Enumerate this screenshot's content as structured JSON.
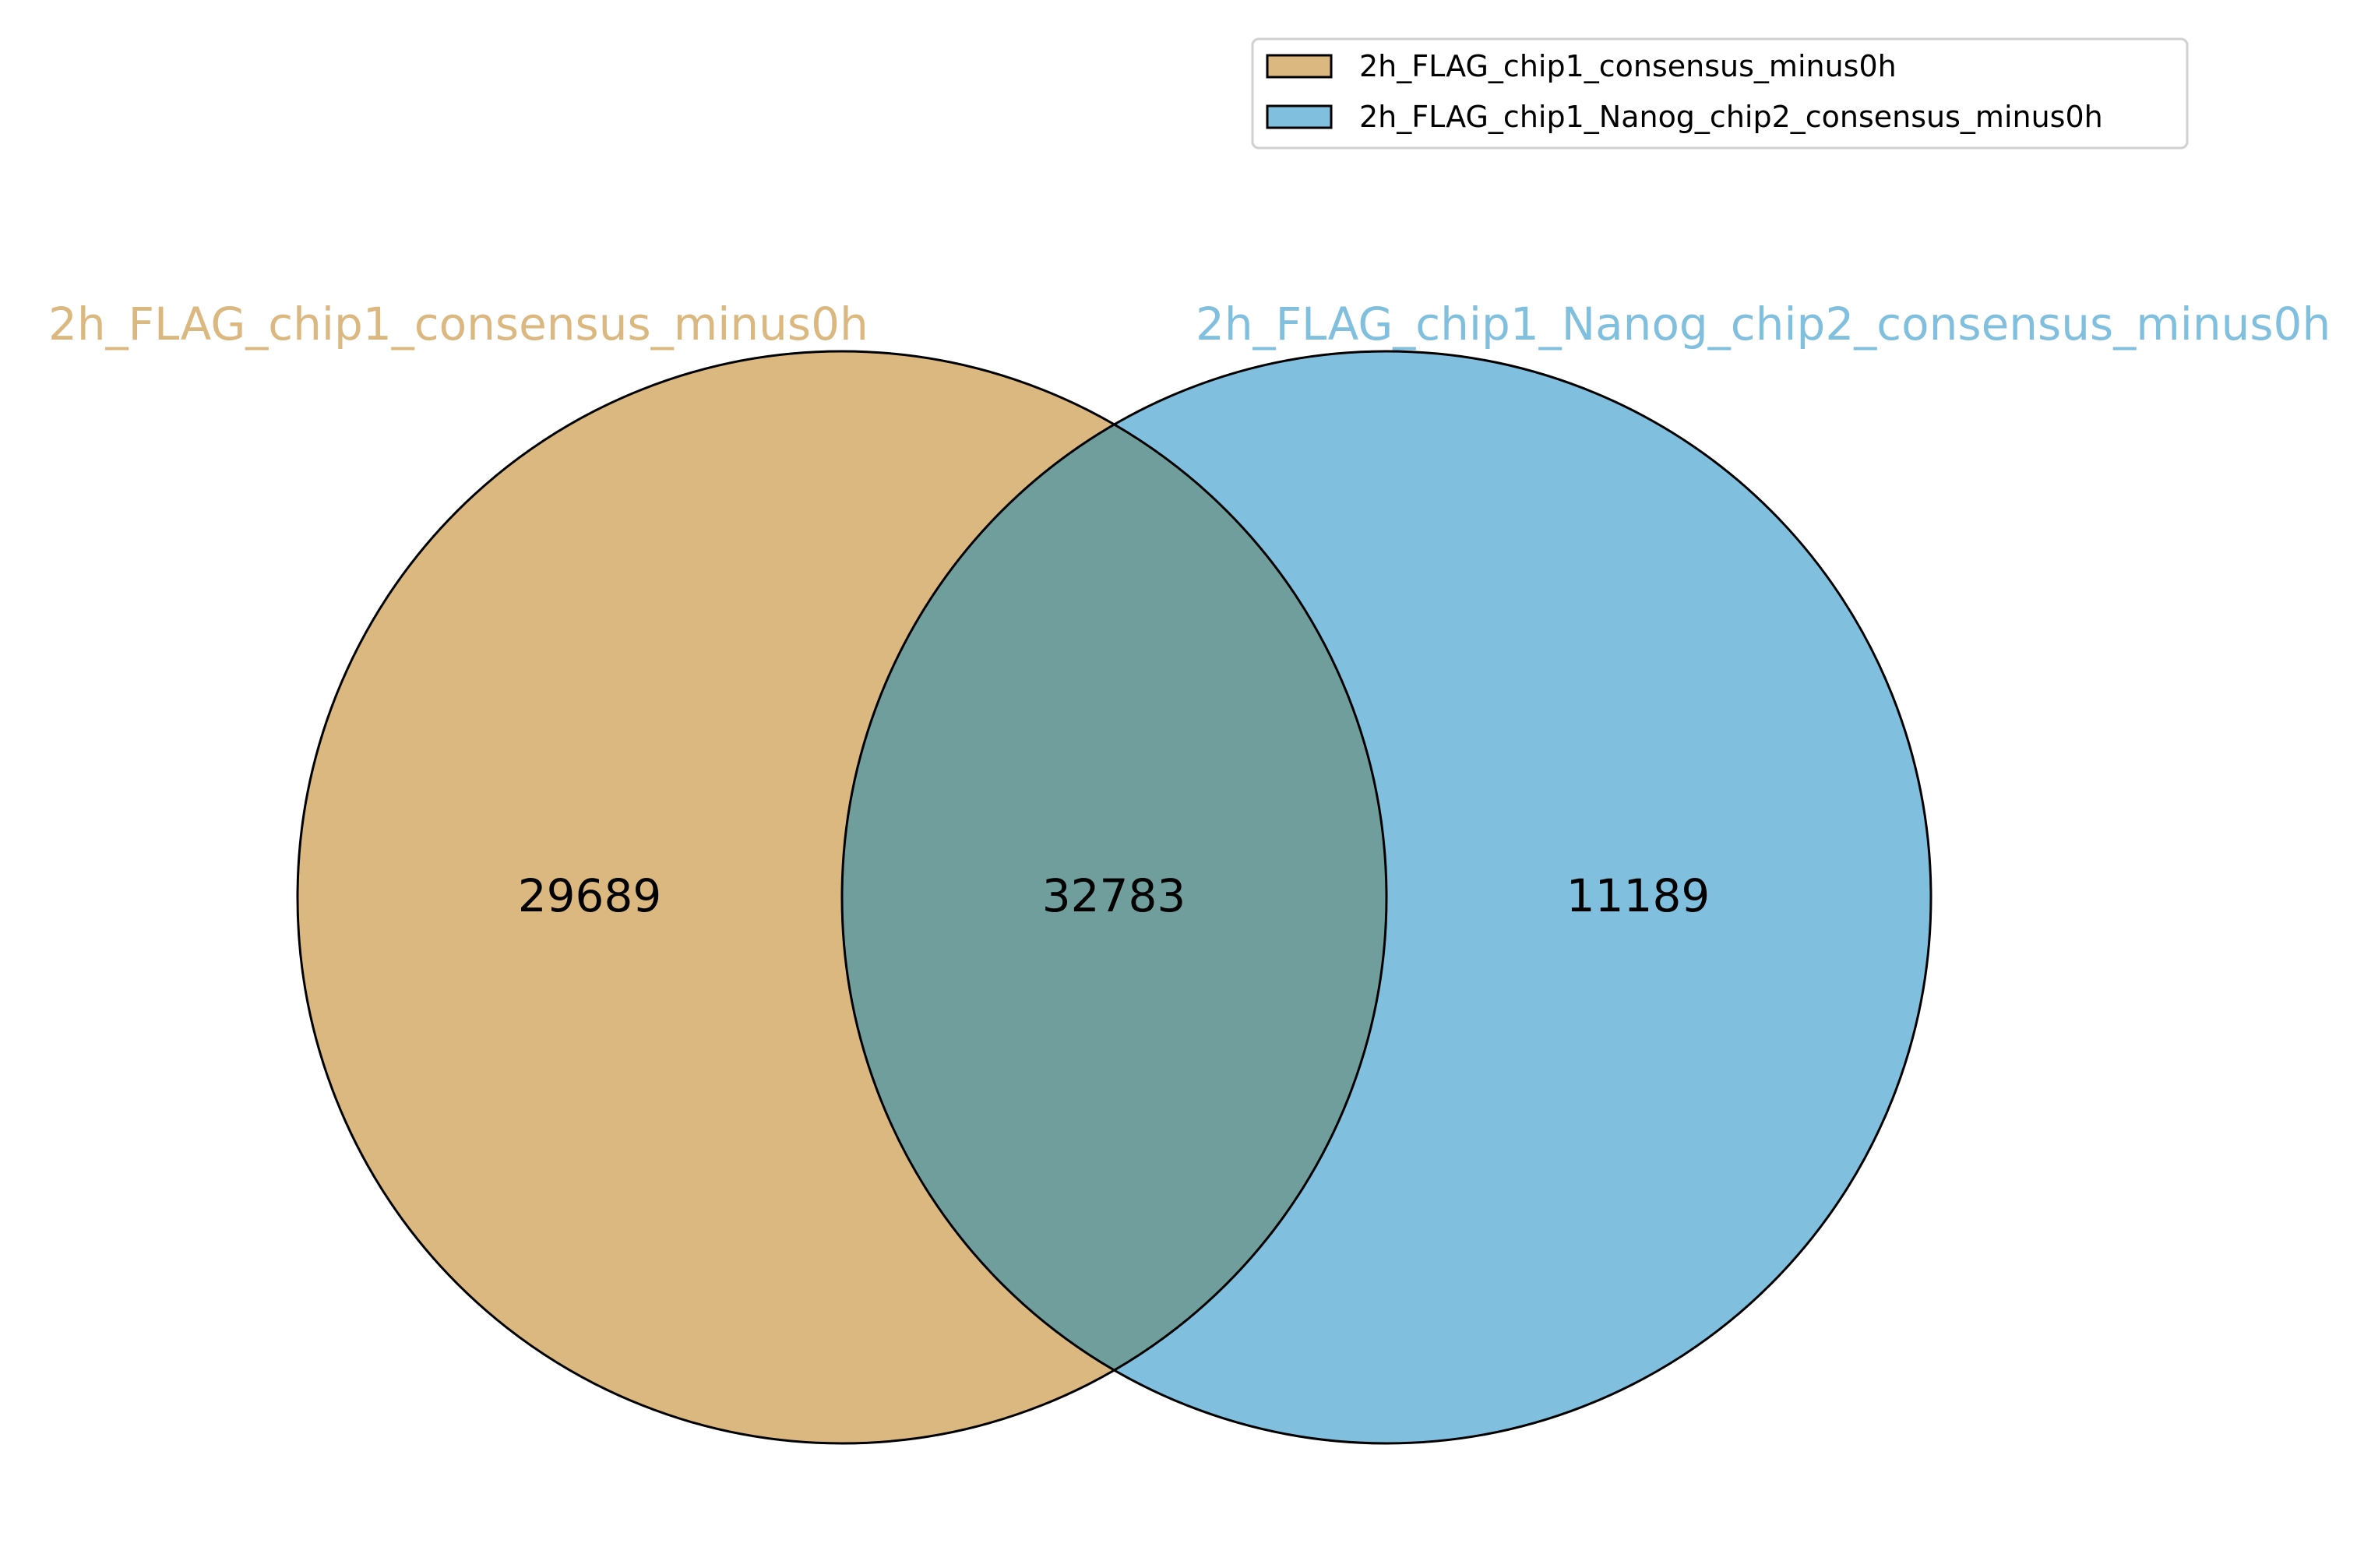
{
  "venn": {
    "sets": [
      {
        "name": "2h_FLAG_chip1_consensus_minus0h",
        "color": "#dbb880"
      },
      {
        "name": "2h_FLAG_chip1_Nanog_chip2_consensus_minus0h",
        "color": "#80bfdd"
      }
    ],
    "overlap_color": "#709e9c",
    "regions": {
      "only_a": "29689",
      "both": "32783",
      "only_b": "11189"
    }
  },
  "legend": {
    "items": [
      {
        "label": "2h_FLAG_chip1_consensus_minus0h",
        "color": "#dbb880"
      },
      {
        "label": "2h_FLAG_chip1_Nanog_chip2_consensus_minus0h",
        "color": "#80bfdd"
      }
    ],
    "placement": "top-right"
  }
}
